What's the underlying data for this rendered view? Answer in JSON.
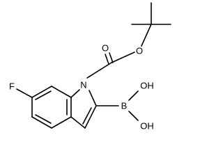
{
  "atoms": {
    "n1": "N",
    "o_carbonyl": "O",
    "o_ester": "O",
    "f": "F",
    "b": "B",
    "oh_top": "OH",
    "oh_bottom": "OH"
  }
}
